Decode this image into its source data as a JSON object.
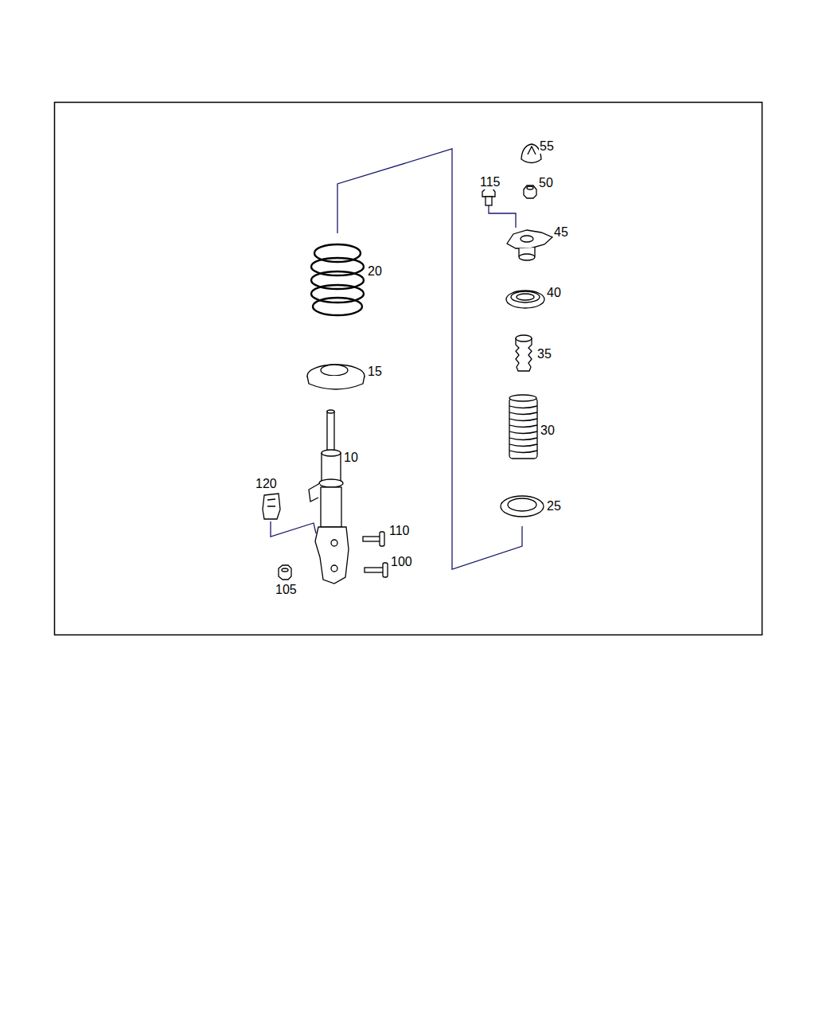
{
  "diagram": {
    "labels": [
      "55",
      "115",
      "50",
      "45",
      "20",
      "40",
      "35",
      "15",
      "30",
      "10",
      "120",
      "25",
      "110",
      "100",
      "105"
    ]
  }
}
